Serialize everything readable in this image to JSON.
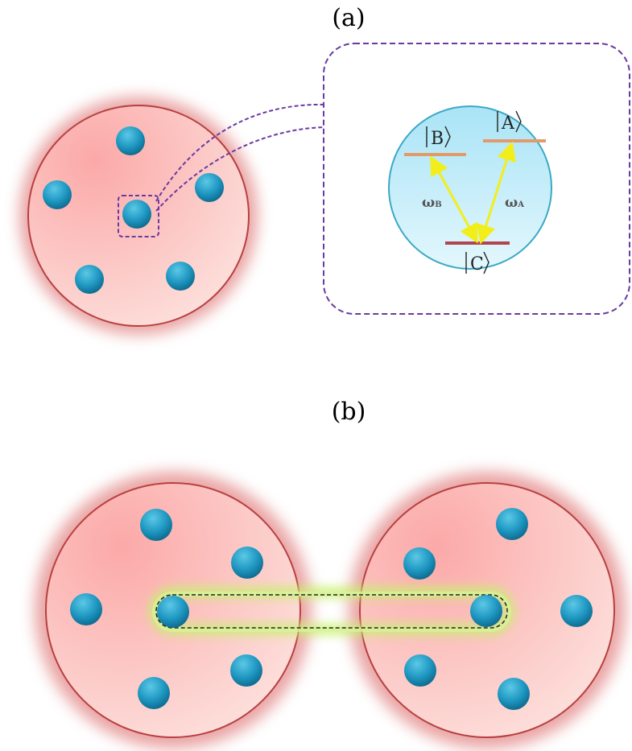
{
  "panels": {
    "a": {
      "label": "(a)"
    },
    "b": {
      "label": "(b)"
    }
  },
  "levels": {
    "A": {
      "label": "A"
    },
    "B": {
      "label": "B"
    },
    "C": {
      "label": "C"
    }
  },
  "transitions": {
    "A": {
      "symbol": "ω",
      "sub": "A"
    },
    "B": {
      "symbol": "ω",
      "sub": "B"
    }
  },
  "colors": {
    "cloud_fill": "#f9b9b7",
    "cloud_stroke": "#b84040",
    "atom_fill": "#2aa3c8",
    "inset_fill": "#b9ebf9",
    "inset_stroke": "#3aa9c4",
    "level_upper": "#e39a6a",
    "level_lower": "#b0454d",
    "arrow": "#f2ee1c",
    "dashed": "#6a3aa0",
    "entangle_glow": "#c9f070"
  }
}
